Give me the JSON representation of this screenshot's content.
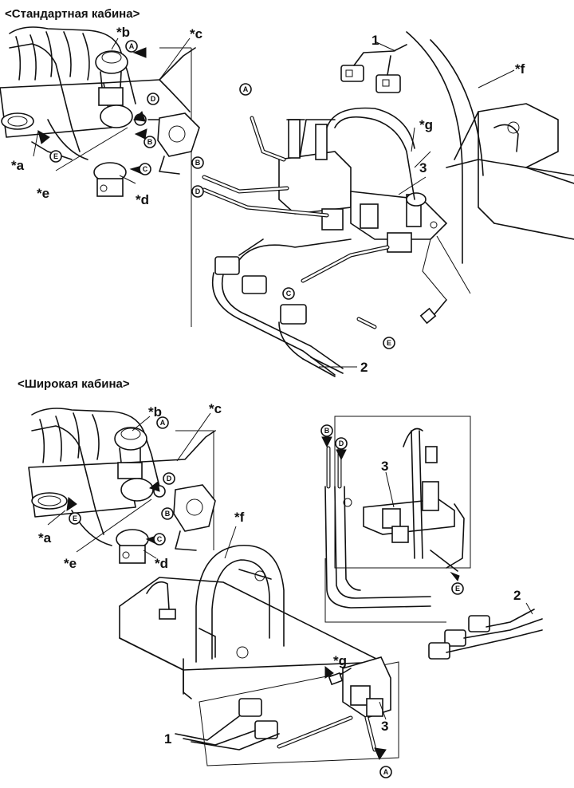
{
  "sections": [
    {
      "heading": "<Стандартная кабина>",
      "labels": {
        "a": "*a",
        "b": "*b",
        "c": "*c",
        "d": "*d",
        "e": "*e",
        "f": "*f",
        "g": "*g",
        "n1": "1",
        "n2": "2",
        "n3": "3"
      },
      "markers": {
        "A1": "A",
        "A2": "A",
        "B1": "B",
        "B2": "B",
        "C1": "C",
        "C2": "C",
        "D1": "D",
        "D2": "D",
        "E1": "E",
        "E2": "E"
      }
    },
    {
      "heading": "<Широкая кабина>",
      "labels": {
        "a": "*a",
        "b": "*b",
        "c": "*c",
        "d": "*d",
        "e": "*e",
        "f": "*f",
        "g": "*g",
        "n1": "1",
        "n2": "2",
        "n3a": "3",
        "n3b": "3"
      },
      "markers": {
        "A1": "A",
        "A2": "A",
        "B1": "B",
        "B2": "B",
        "C1": "C",
        "D1": "D",
        "D2": "D",
        "E1": "E",
        "E2": "E"
      }
    }
  ]
}
